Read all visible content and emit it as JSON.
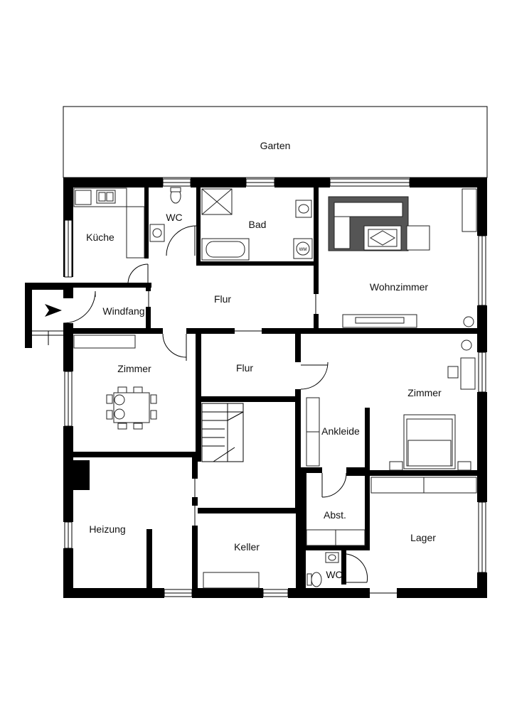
{
  "rooms": {
    "garten": "Garten",
    "kueche": "Küche",
    "wc_top": "WC",
    "bad": "Bad",
    "wohnzimmer": "Wohnzimmer",
    "windfang": "Windfang",
    "flur_top": "Flur",
    "flur_mid": "Flur",
    "zimmer_left": "Zimmer",
    "zimmer_right": "Zimmer",
    "ankleide": "Ankleide",
    "heizung": "Heizung",
    "abst": "Abst.",
    "lager": "Lager",
    "keller": "Keller",
    "wc_bottom": "WC"
  },
  "fixtures": {
    "washing_machine": "WM"
  },
  "colors": {
    "wall": "#000000",
    "background": "#ffffff",
    "text": "#111111"
  }
}
